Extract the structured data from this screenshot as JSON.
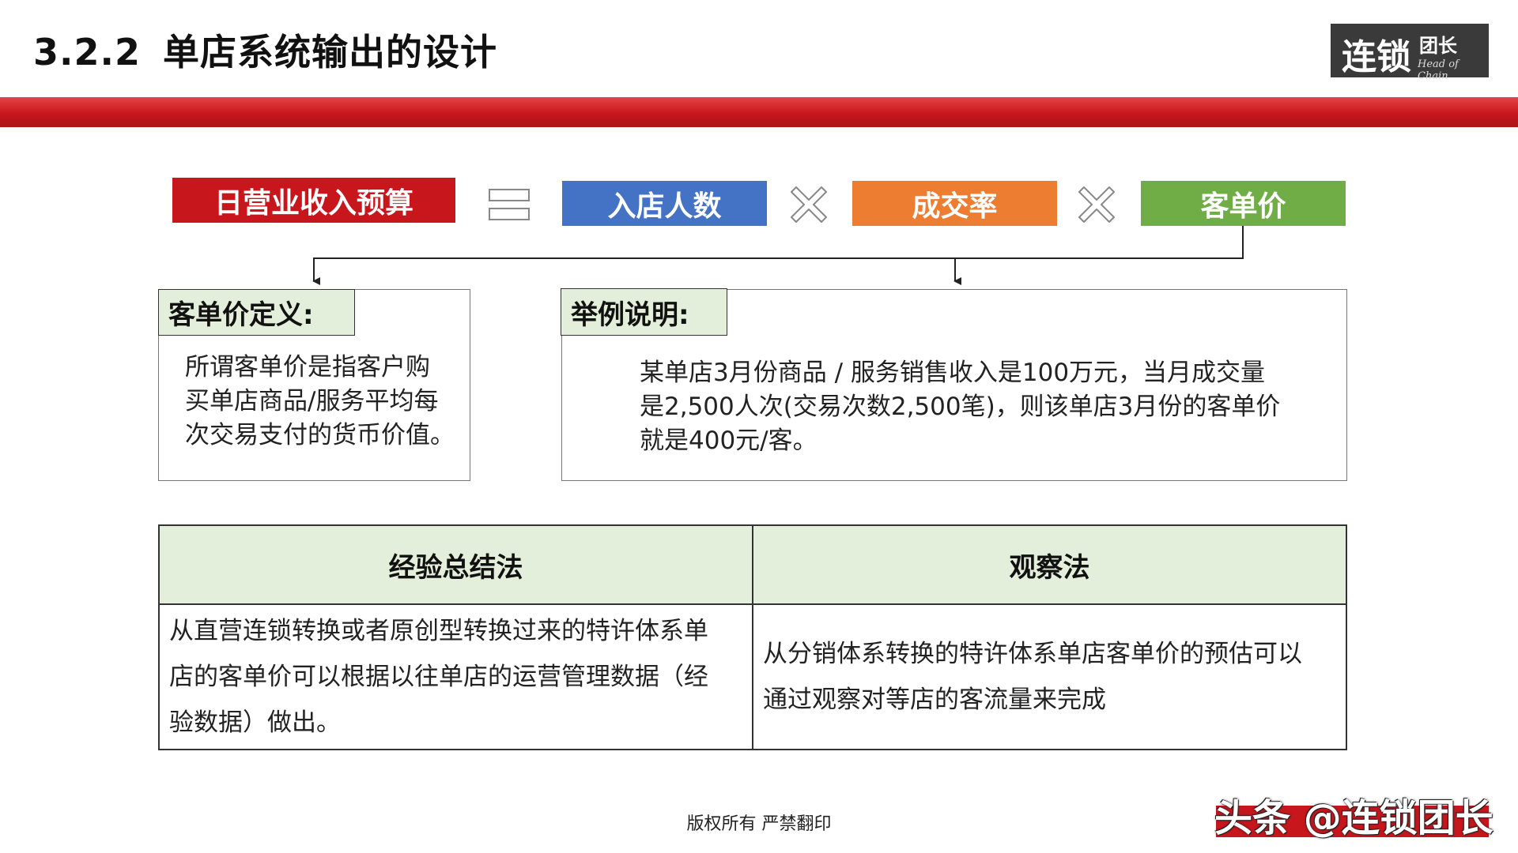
{
  "header": {
    "section_number": "3.2.2",
    "title": "单店系统输出的设计"
  },
  "logo": {
    "main": "连锁",
    "side": "团长",
    "sub": "Head of Chain"
  },
  "formula": {
    "result_label": "日营业收入预算",
    "factor1_label": "入店人数",
    "factor2_label": "成交率",
    "factor3_label": "客单价",
    "operator_equals": "equals-icon",
    "operator_multiply": "multiply-icon",
    "colors": {
      "result": "#c8161d",
      "factor1": "#4472c4",
      "factor2": "#ed7d31",
      "factor3": "#70ad47"
    }
  },
  "definition": {
    "tag": "客单价定义:",
    "lines": [
      "所谓客单价是指客户购",
      "买单店商品/服务平均每",
      "次交易支付的货币价值。"
    ]
  },
  "example": {
    "tag": "举例说明:",
    "lines": [
      "某单店3月份商品 / 服务销售收入是100万元，当月成交量",
      "是2,500人次(交易次数2,500笔)，则该单店3月份的客单价",
      "就是400元/客。"
    ]
  },
  "methods_table": {
    "headers": [
      "经验总结法",
      "观察法"
    ],
    "cells": [
      [
        "从直营连锁转换或者原创型转换过来的特许体系单",
        "店的客单价可以根据以往单店的运营管理数据（经",
        "验数据）做出。"
      ],
      [
        "从分销体系转换的特许体系单店客单价的预估可以",
        "通过观察对等店的客流量来完成"
      ]
    ]
  },
  "footer": {
    "copyright": "版权所有  严禁翻印"
  },
  "watermark": {
    "text": "头条 @连锁团长"
  }
}
